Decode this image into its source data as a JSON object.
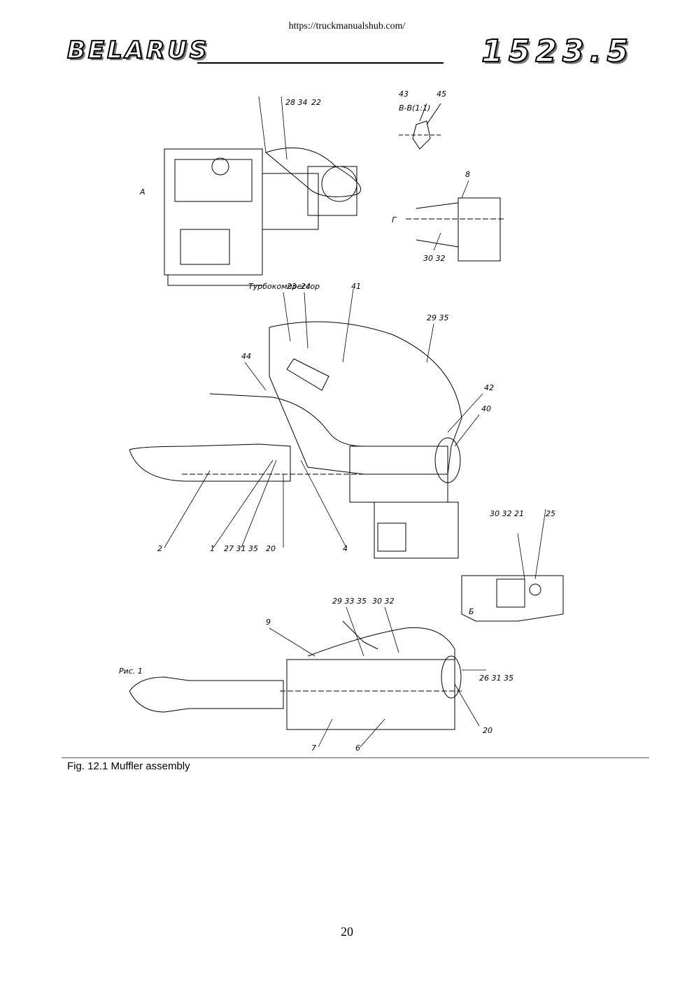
{
  "header": {
    "url": "https://truckmanualshub.com/",
    "brand": "BELARUS",
    "model": "1523.5"
  },
  "drawing": {
    "view_labels": [
      "А",
      "Б",
      "В-В(1:1)",
      "Г",
      "Рис. 1",
      "Турбокомпрессор"
    ],
    "callouts": [
      "28 34",
      "22",
      "43",
      "45",
      "8",
      "30 32",
      "23",
      "24",
      "41",
      "29 35",
      "44",
      "42",
      "40",
      "2",
      "1",
      "27 31 35",
      "20",
      "4",
      "30 32",
      "21",
      "25",
      "29 33 35",
      "30 32",
      "9",
      "7",
      "6",
      "26 31 35",
      "20"
    ]
  },
  "caption": "Fig. 12.1 Muffler assembly",
  "page_number": "20"
}
